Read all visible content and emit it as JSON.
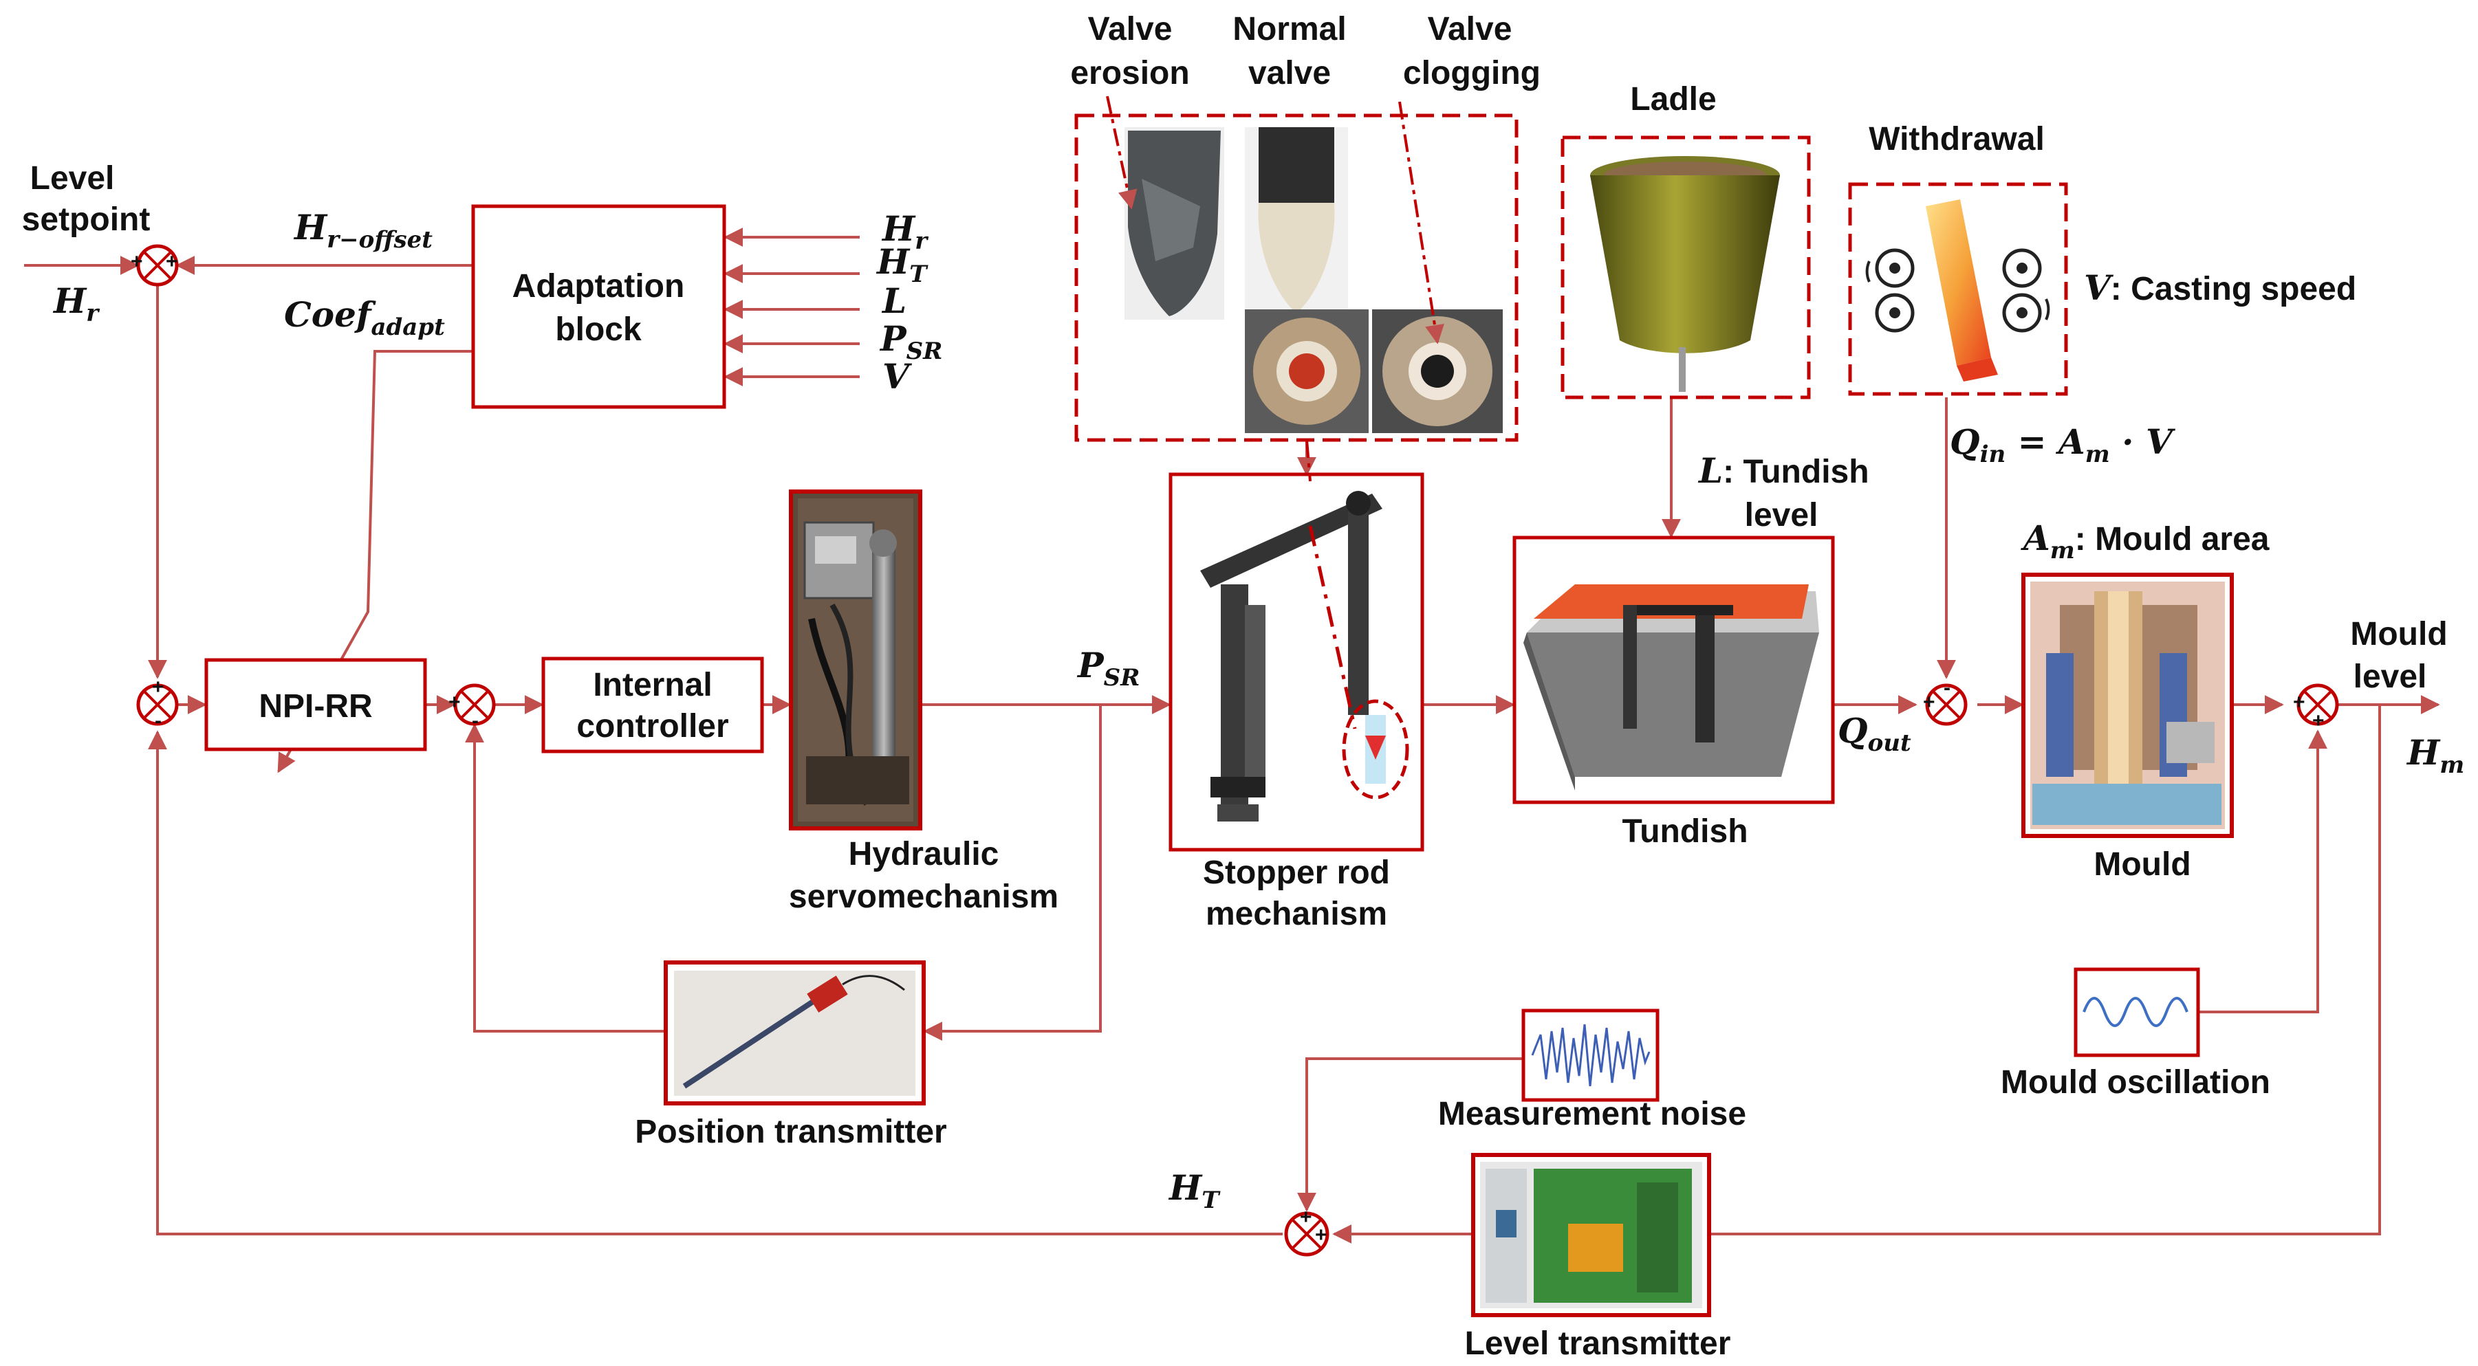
{
  "labels": {
    "level_setpoint": [
      "Level",
      "setpoint"
    ],
    "adaptation_block": [
      "Adaptation",
      "block"
    ],
    "npi_rr": "NPI-RR",
    "internal_controller": [
      "Internal",
      "controller"
    ],
    "hydraulic_servomechanism": [
      "Hydraulic",
      "servomechanism"
    ],
    "stopper_rod_mechanism": [
      "Stopper rod",
      "mechanism"
    ],
    "tundish": "Tundish",
    "mould": "Mould",
    "mould_level": [
      "Mould",
      "level"
    ],
    "position_transmitter": "Position transmitter",
    "level_transmitter": "Level transmitter",
    "measurement_noise": "Measurement noise",
    "mould_oscillation": "Mould oscillation",
    "ladle": "Ladle",
    "withdrawal": "Withdrawal",
    "valve_erosion": [
      "Valve",
      "erosion"
    ],
    "normal_valve": [
      "Normal",
      "valve"
    ],
    "valve_clogging": [
      "Valve",
      "clogging"
    ],
    "casting_speed": ": Casting speed",
    "tundish_level": [
      ": Tundish",
      "level"
    ],
    "mould_area": ": Mould area"
  },
  "symbols": {
    "H": "H",
    "r": "r",
    "T": "T",
    "m": "m",
    "r_offset": "r−offset",
    "Coef": "Coef",
    "adapt": "adapt",
    "L": "L",
    "P": "P",
    "SR": "SR",
    "V": "V",
    "Q": "Q",
    "out": "out",
    "in": "in",
    "A": "A",
    "Qin_formula_rest": " = ",
    "dot": " · "
  },
  "signs": {
    "plus": "+",
    "minus": "-"
  },
  "colors": {
    "line": "#c0504d",
    "box": "#c00000",
    "text": "#111111"
  }
}
